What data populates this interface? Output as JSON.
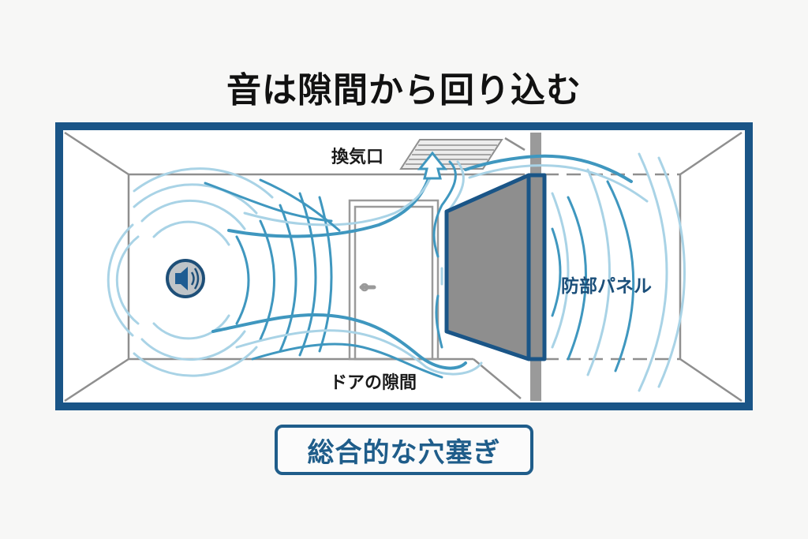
{
  "title": "音は隙間から回り込む",
  "labels": {
    "vent": "換気口",
    "door_gap": "ドアの隙間",
    "panel": "防部パネル"
  },
  "summary_box": "総合的な穴塞ぎ",
  "icons": {
    "speaker": "speaker-icon",
    "vent": "vent-grille",
    "door": "door",
    "panel": "soundproof-panel"
  },
  "colors": {
    "frame": "#1a5587",
    "wave_dark": "#3f97bf",
    "wave_light": "#a9d3e6",
    "panel_fill": "#8e8e8e",
    "wall_line": "#8f8f8f",
    "title": "#111111",
    "accent_text": "#1b4f7a"
  }
}
